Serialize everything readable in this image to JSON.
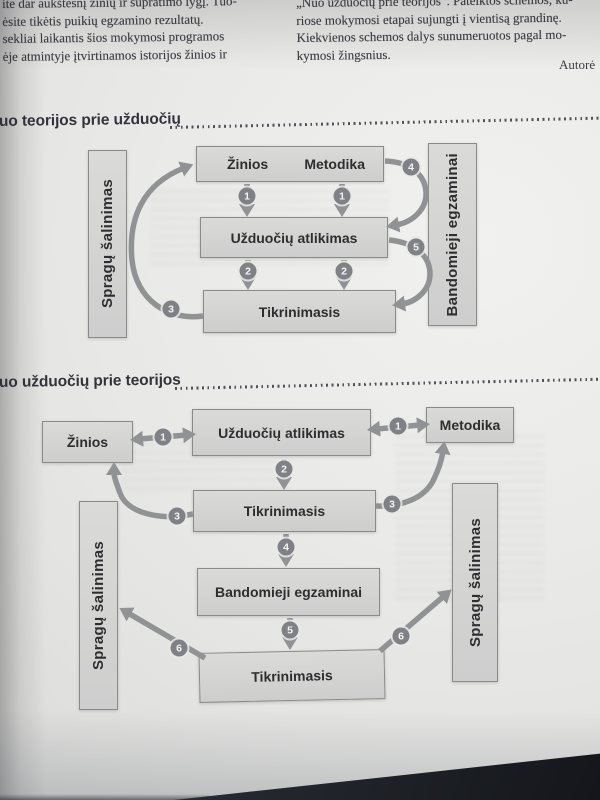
{
  "top_text": {
    "left_lines": [
      "ite dar aukštesnį žinių ir supratimo lygį. Tuo-",
      "ėsite tikėtis puikių egzamino rezultatų.",
      "sekliai laikantis šios mokymosi programos",
      "ėje atmintyje įtvirtinamos istorijos žinios ir"
    ],
    "right_lines": [
      "„Nuo užduočių prie teorijos“. Pateiktos schemos, ku-",
      "riose mokymosi etapai sujungti į vientisą grandinę.",
      "Kiekvienos schemos dalys sunumeruotos pagal mo-",
      "kymosi žingsnius."
    ],
    "author": "Autorė"
  },
  "diagram1": {
    "heading": "uo teorijos prie užduočių",
    "boxes": {
      "spragu": "Spragų šalinimas",
      "zinios": "Žinios",
      "metodika": "Metodika",
      "uzduociu": "Užduočių atlikimas",
      "tikrinimasis": "Tikrinimasis",
      "bandomieji": "Bandomieji egzaminai"
    },
    "badges": {
      "b1a": "1",
      "b1b": "1",
      "b2a": "2",
      "b2b": "2",
      "b3": "3",
      "b4": "4",
      "b5": "5"
    }
  },
  "diagram2": {
    "heading": "uo užduočių prie teorijos",
    "boxes": {
      "zinios": "Žinios",
      "uzduociu": "Užduočių atlikimas",
      "metodika": "Metodika",
      "tikrinimasis1": "Tikrinimasis",
      "bandomieji": "Bandomieji egzaminai",
      "tikrinimasis2": "Tikrinimasis",
      "spragu_left": "Spragų šalinimas",
      "spragu_right": "Spragų šalinimas"
    },
    "badges": {
      "b1a": "1",
      "b1b": "1",
      "b2": "2",
      "b3a": "3",
      "b3b": "3",
      "b4": "4",
      "b5": "5",
      "b6a": "6",
      "b6b": "6"
    }
  },
  "colors": {
    "paper": "#e8e8e6",
    "box_fill": "#d4d4d2",
    "box_border": "#8a8a88",
    "arrow": "#909294",
    "badge": "#7f8186",
    "heading": "#33333b",
    "table": "#1d2026"
  }
}
